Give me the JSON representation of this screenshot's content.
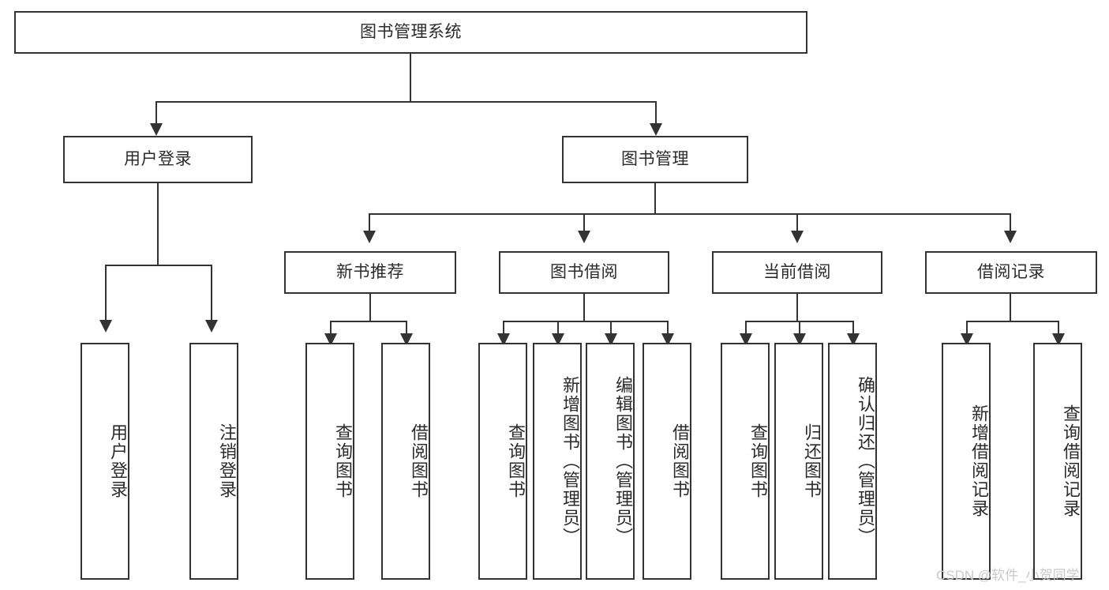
{
  "diagram": {
    "title": "图书管理系统",
    "type": "tree-hierarchy",
    "watermark": "CSDN @软件_小贺同学",
    "accent_color": "#333333",
    "text_color": "#2b2b2b",
    "background_color": "#ffffff"
  },
  "root": {
    "label": "图书管理系统"
  },
  "level2": [
    {
      "label": "用户登录"
    },
    {
      "label": "图书管理"
    }
  ],
  "level3": [
    {
      "label": "新书推荐"
    },
    {
      "label": "图书借阅"
    },
    {
      "label": "当前借阅"
    },
    {
      "label": "借阅记录"
    }
  ],
  "leaves": {
    "user_login": [
      {
        "label": "用户登录"
      },
      {
        "label": "注销登录"
      }
    ],
    "new_book_recommend": [
      {
        "label": "查询图书"
      },
      {
        "label": "借阅图书"
      }
    ],
    "book_borrow": [
      {
        "label": "查询图书"
      },
      {
        "label": "新增图书（管理员）"
      },
      {
        "label": "编辑图书（管理员）"
      },
      {
        "label": "借阅图书"
      }
    ],
    "current_borrow": [
      {
        "label": "查询图书"
      },
      {
        "label": "归还图书"
      },
      {
        "label": "确认归还（管理员）"
      }
    ],
    "borrow_record": [
      {
        "label": "新增借阅记录"
      },
      {
        "label": "查询借阅记录"
      }
    ]
  }
}
